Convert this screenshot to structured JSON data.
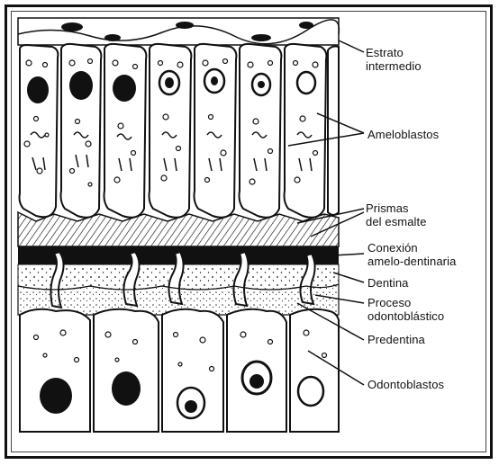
{
  "labels": {
    "estrato_intermedio": "Estrato\nintermedio",
    "ameloblastos": "Ameloblastos",
    "prismas_esmalte": "Prismas\ndel esmalte",
    "conexion_amelo_dentinaria": "Conexión\namelo-dentinaria",
    "dentina": "Dentina",
    "proceso_odontoblastico": "Proceso\nodontoblástico",
    "predentina": "Predentina",
    "odontoblastos": "Odontoblastos"
  },
  "colors": {
    "ink": "#111111",
    "paper": "#ffffff"
  }
}
